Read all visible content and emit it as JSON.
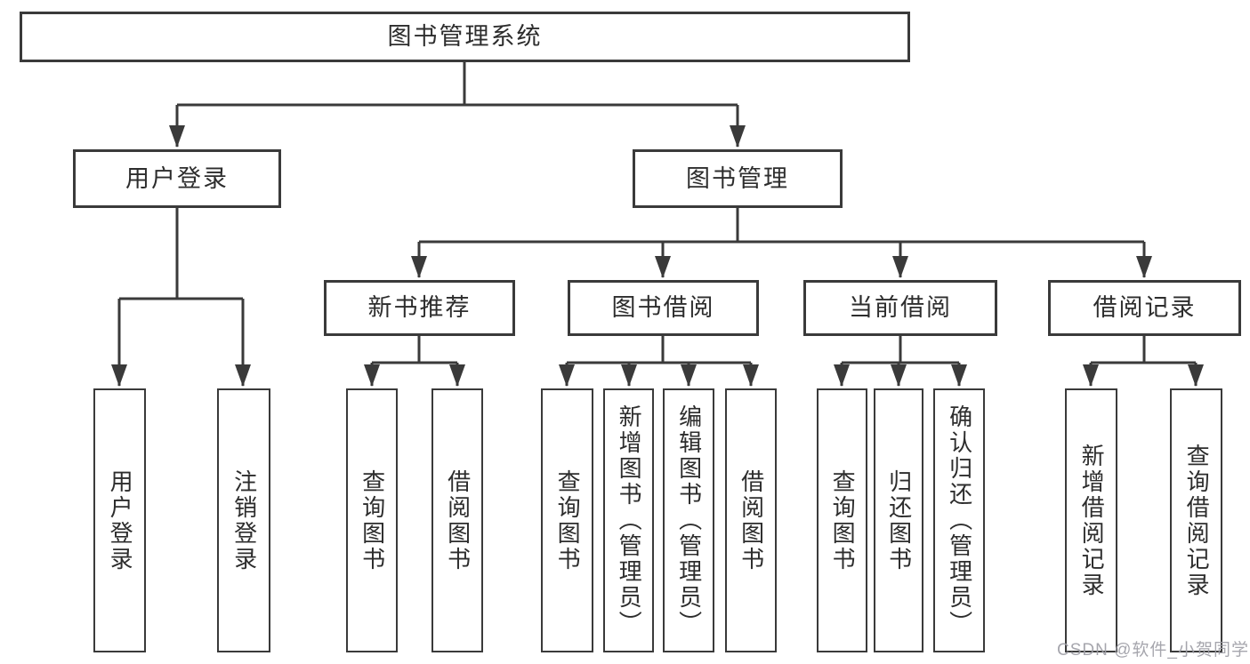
{
  "diagram_title": "图书管理系统",
  "tree": {
    "label": "图书管理系统",
    "children": [
      {
        "label": "用户登录",
        "children": [
          {
            "label": "用户登录"
          },
          {
            "label": "注销登录"
          }
        ]
      },
      {
        "label": "图书管理",
        "children": [
          {
            "label": "新书推荐",
            "children": [
              {
                "label": "查询图书"
              },
              {
                "label": "借阅图书"
              }
            ]
          },
          {
            "label": "图书借阅",
            "children": [
              {
                "label": "查询图书"
              },
              {
                "label": "新增图书（管理员）"
              },
              {
                "label": "编辑图书（管理员）"
              },
              {
                "label": "借阅图书"
              }
            ]
          },
          {
            "label": "当前借阅",
            "children": [
              {
                "label": "查询图书"
              },
              {
                "label": "归还图书"
              },
              {
                "label": "确认归还（管理员）"
              }
            ]
          },
          {
            "label": "借阅记录",
            "children": [
              {
                "label": "新增借阅记录"
              },
              {
                "label": "查询借阅记录"
              }
            ]
          }
        ]
      }
    ]
  },
  "watermark": "CSDN @软件_小贺同学",
  "colors": {
    "line": "#3a3a3a",
    "box_border": "#3a3a3a",
    "text": "#2d2d2d",
    "background": "#ffffff",
    "watermark": "#9e9ea6"
  }
}
